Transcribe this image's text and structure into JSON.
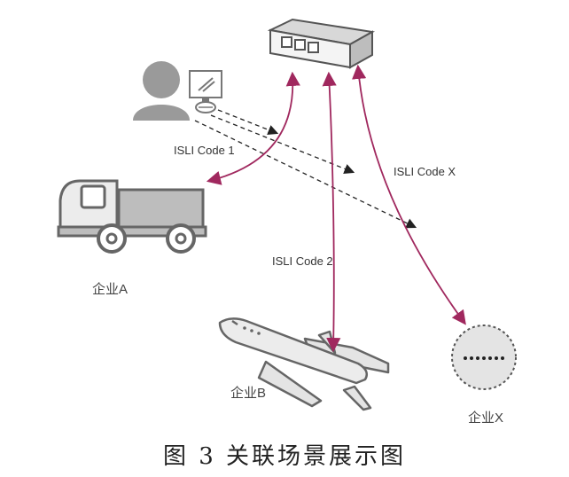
{
  "labels": {
    "code1": "ISLI Code 1",
    "code2": "ISLI Code 2",
    "codeX": "ISLI Code X",
    "enterpriseA": "企业A",
    "enterpriseB": "企业B",
    "enterpriseX": "企业X"
  },
  "caption": "图 3  关联场景展示图",
  "colors": {
    "link": "#a0285e",
    "icon": "#9a9a9a",
    "iconDark": "#555555",
    "dashed": "#222222"
  },
  "icons": [
    "user-at-computer-icon",
    "server-icon",
    "truck-icon",
    "airplane-icon",
    "ellipsis-circle-icon"
  ]
}
